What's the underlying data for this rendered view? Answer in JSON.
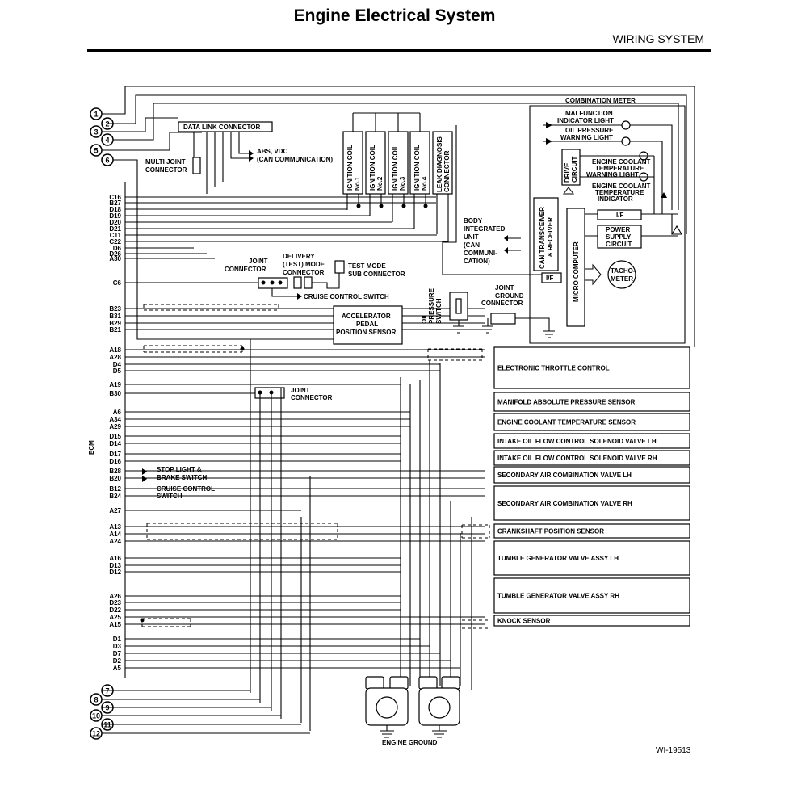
{
  "header": {
    "title": "Engine Electrical System",
    "section": "WIRING SYSTEM"
  },
  "figure_id": "WI-19513",
  "ecm_label": "ECM",
  "connector_numbers": [
    "1",
    "2",
    "3",
    "4",
    "5",
    "6",
    "7",
    "8",
    "9",
    "10",
    "11",
    "12"
  ],
  "ecm_pins": [
    "C16",
    "B27",
    "D18",
    "D19",
    "D20",
    "D21",
    "C11",
    "C22",
    "D6",
    "D26",
    "A30",
    "C6",
    "B23",
    "B31",
    "B29",
    "B21",
    "A18",
    "A28",
    "D4",
    "D5",
    "A19",
    "B30",
    "A6",
    "A34",
    "A29",
    "D15",
    "D14",
    "D17",
    "D16",
    "B28",
    "B20",
    "B12",
    "B24",
    "A27",
    "A13",
    "A14",
    "A24",
    "A16",
    "D13",
    "D12",
    "A26",
    "D23",
    "D22",
    "A25",
    "A15",
    "D1",
    "D3",
    "D7",
    "D2",
    "A5"
  ],
  "components": {
    "data_link": "DATA LINK CONNECTOR",
    "multi_joint": [
      "MULTI JOINT",
      "CONNECTOR"
    ],
    "abs_vdc": [
      "ABS, VDC",
      "(CAN COMMUNICATION)"
    ],
    "ignition_coils": [
      [
        "IGNITION COIL",
        "No.1"
      ],
      [
        "IGNITION COIL",
        "No.2"
      ],
      [
        "IGNITION COIL",
        "No.3"
      ],
      [
        "IGNITION COIL",
        "No.4"
      ]
    ],
    "leak_diag": [
      "LEAK DIAGNOSIS",
      "CONNECTOR"
    ],
    "joint_connector": [
      "JOINT",
      "CONNECTOR"
    ],
    "delivery": [
      "DELIVERY",
      "(TEST) MODE",
      "CONNECTOR"
    ],
    "test_mode": [
      "TEST MODE",
      "SUB CONNECTOR"
    ],
    "cruise_control_switch": "CRUISE CONTROL SWITCH",
    "accelerator": [
      "ACCELERATOR",
      "PEDAL",
      "POSITION SENSOR"
    ],
    "joint_connector2": [
      "JOINT",
      "CONNECTOR"
    ],
    "stop_light": [
      "STOP LIGHT &",
      "BRAKE SWITCH"
    ],
    "cruise_switch2": [
      "CRUISE CONTROL",
      "SWITCH"
    ],
    "engine_ground": "ENGINE GROUND",
    "body_unit": [
      "BODY",
      "INTEGRATED",
      "UNIT",
      "(CAN",
      "COMMUNI-",
      "CATION)"
    ],
    "oil_pressure_switch": [
      "OIL",
      "PRESSURE",
      "SWITCH"
    ],
    "joint_ground": [
      "JOINT",
      "GROUND",
      "CONNECTOR"
    ],
    "combination_meter": "COMBINATION METER",
    "malfunction": [
      "MALFUNCTION",
      "INDICATOR LIGHT"
    ],
    "oil_warning": [
      "OIL PRESSURE",
      "WARNING LIGHT"
    ],
    "coolant_warning": [
      "ENGINE COOLANT",
      "TEMPERATURE",
      "WARNING LIGHT"
    ],
    "coolant_indicator": [
      "ENGINE COOLANT",
      "TEMPERATURE",
      "INDICATOR"
    ],
    "drive_circuit": [
      "DRIVE",
      "CIRCUIT"
    ],
    "can_transceiver": [
      "CAN TRANSCEIVER",
      "& RECEIVER"
    ],
    "micro_computer": "MICRO COMPUTER",
    "power_supply": [
      "POWER",
      "SUPPLY",
      "CIRCUIT"
    ],
    "if_label": "I/F",
    "tachometer": [
      "TACHO-",
      "METER"
    ]
  },
  "sensors": [
    "ELECTRONIC THROTTLE CONTROL",
    "MANIFOLD ABSOLUTE PRESSURE SENSOR",
    "ENGINE COOLANT TEMPERATURE SENSOR",
    "INTAKE OIL FLOW CONTROL SOLENOID VALVE LH",
    "INTAKE OIL FLOW CONTROL SOLENOID VALVE RH",
    "SECONDARY AIR COMBINATION VALVE LH",
    "SECONDARY AIR COMBINATION VALVE RH",
    "CRANKSHAFT POSITION SENSOR",
    "TUMBLE GENERATOR VALVE ASSY LH",
    "TUMBLE GENERATOR VALVE ASSY RH",
    "KNOCK SENSOR"
  ]
}
